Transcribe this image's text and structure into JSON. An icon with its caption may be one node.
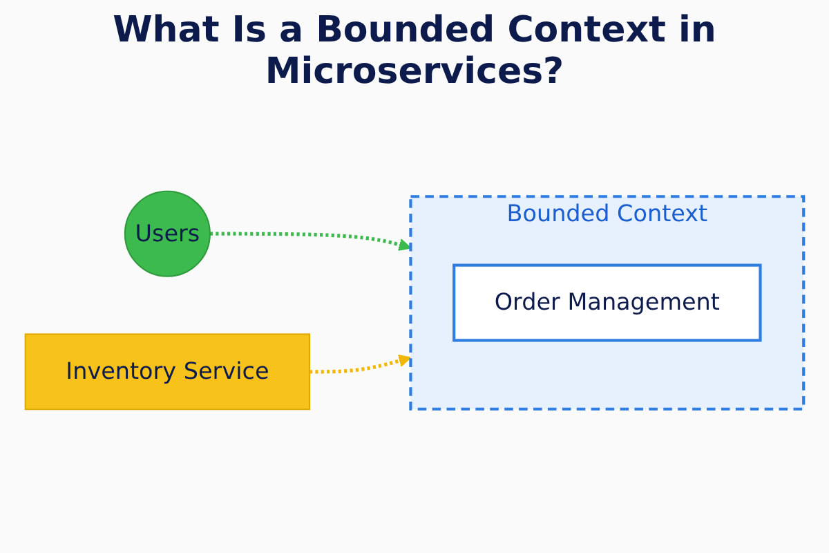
{
  "diagram": {
    "title": "What Is a Bounded Context in Microservices?",
    "nodes": [
      {
        "text": [
          "Bounded Context"
        ]
      },
      {
        "text": [
          "Order Management"
        ],
        "in": 0
      },
      {
        "text": [
          "Users"
        ]
      },
      {
        "text": [
          "Inventory Service"
        ]
      }
    ],
    "edges": [
      {
        "from": 2,
        "to": 0,
        "arrow": "to",
        "style": "dashed",
        "color": "#3dba4e"
      },
      {
        "from": 3,
        "to": 0,
        "arrow": "to",
        "style": "dashed",
        "color": "#f2b705"
      }
    ]
  }
}
